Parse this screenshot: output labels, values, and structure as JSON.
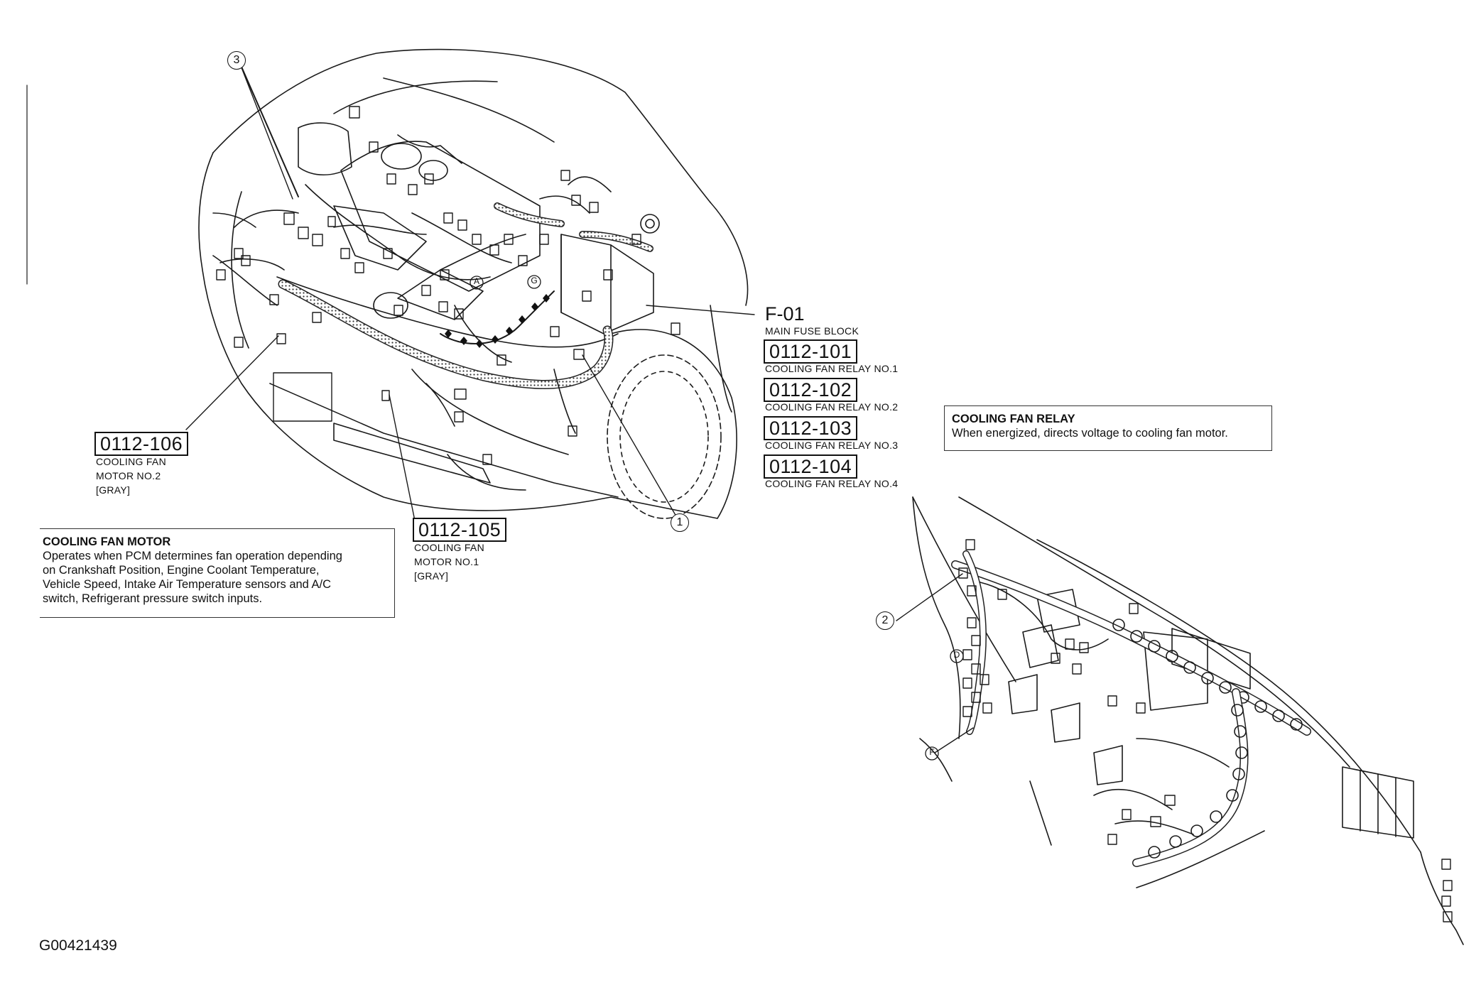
{
  "figure_id": "G00421439",
  "fuse_block": {
    "code": "F-01",
    "name": "MAIN FUSE BLOCK"
  },
  "relays": [
    {
      "code": "0112-101",
      "name": "COOLING FAN RELAY NO.1"
    },
    {
      "code": "0112-102",
      "name": "COOLING FAN RELAY NO.2"
    },
    {
      "code": "0112-103",
      "name": "COOLING FAN RELAY NO.3"
    },
    {
      "code": "0112-104",
      "name": "COOLING FAN RELAY NO.4"
    }
  ],
  "motor2": {
    "code": "0112-106",
    "line1": "COOLING FAN",
    "line2": "MOTOR NO.2",
    "line3": "[GRAY]"
  },
  "motor1": {
    "code": "0112-105",
    "line1": "COOLING FAN",
    "line2": "MOTOR NO.1",
    "line3": "[GRAY]"
  },
  "fan_motor_box": {
    "title": "COOLING FAN MOTOR",
    "lines": [
      "Operates when PCM determines fan operation depending",
      "on Crankshaft Position, Engine Coolant Temperature,",
      "Vehicle Speed, Intake Air Temperature sensors and A/C",
      "switch, Refrigerant pressure switch inputs."
    ]
  },
  "fan_relay_box": {
    "title": "COOLING FAN RELAY",
    "text": "When energized, directs voltage to cooling fan motor."
  },
  "callouts": {
    "c1": "1",
    "c2": "2",
    "c3": "3"
  },
  "letter_markers": {
    "a": "A",
    "g": "G",
    "d": "D",
    "f": "F"
  }
}
